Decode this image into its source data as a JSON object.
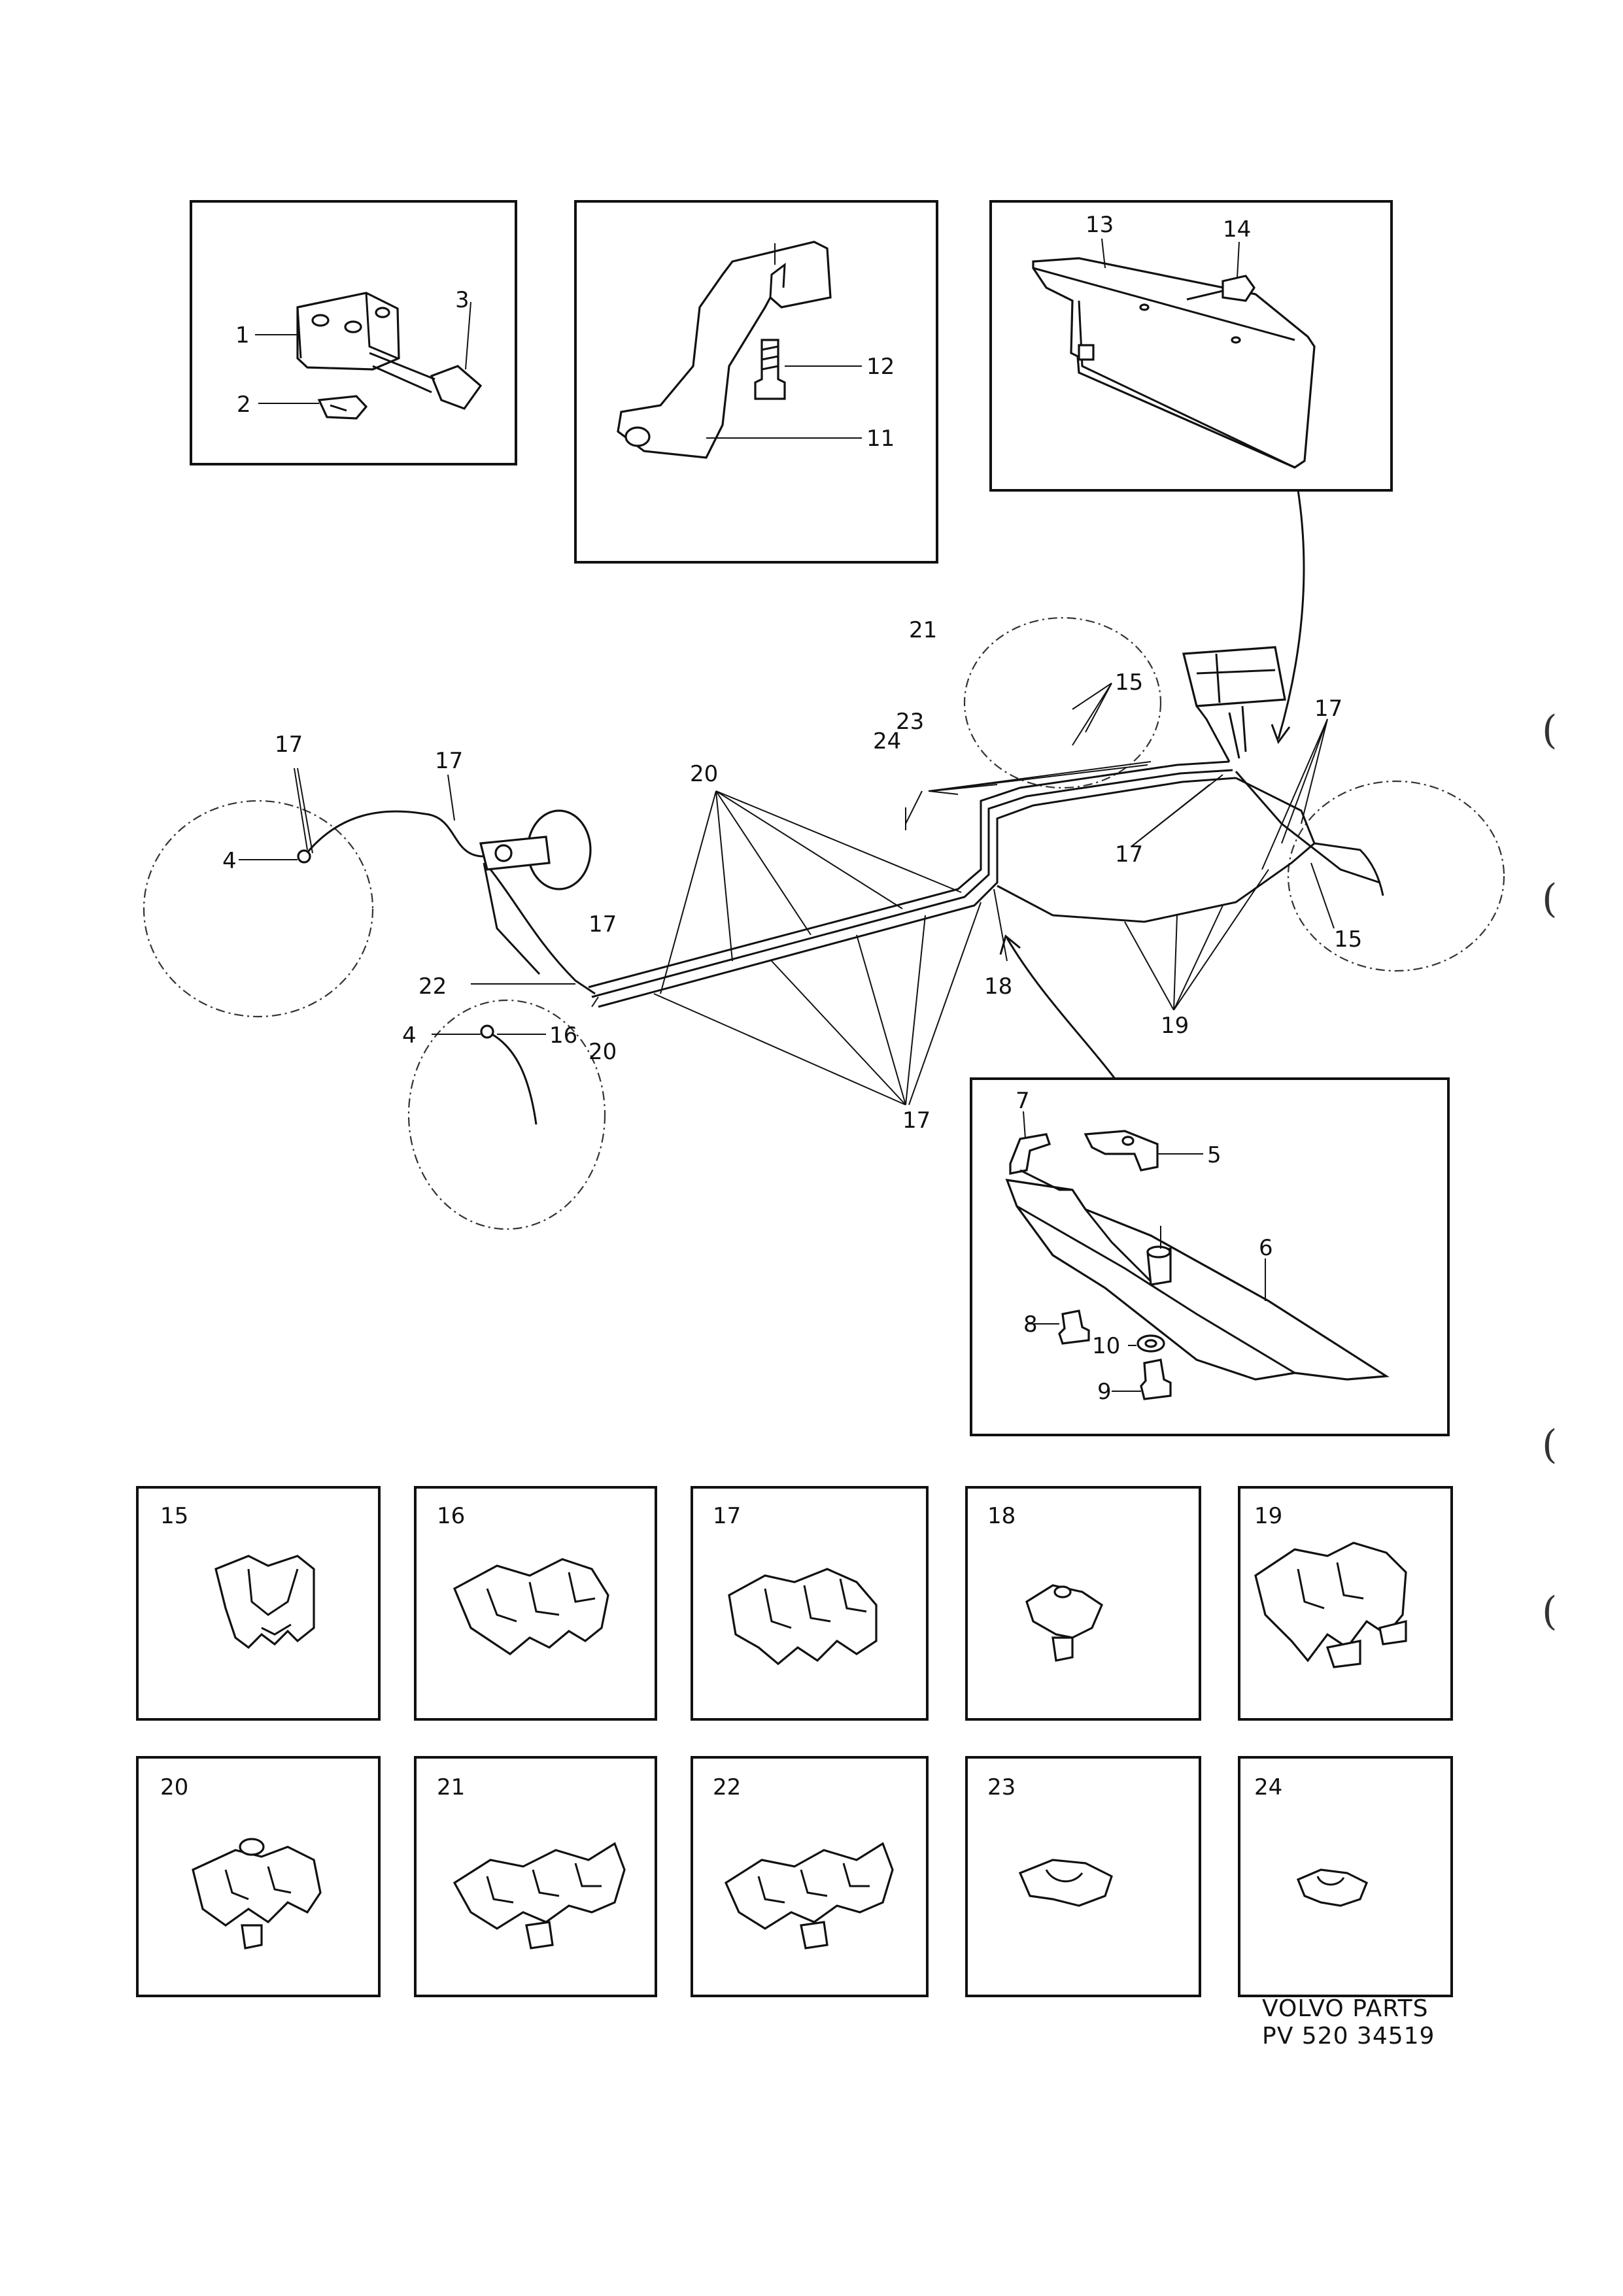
{
  "callouts": {
    "c1": "1",
    "c2": "2",
    "c3": "3",
    "c11": "11",
    "c12": "12",
    "c13": "13",
    "c14": "14",
    "c21": "21",
    "c15a": "15",
    "c23": "23",
    "c24": "24",
    "c17a": "17",
    "c17b": "17",
    "c17c": "17",
    "c17d": "17",
    "c17e": "17",
    "c17f": "17",
    "c20a": "20",
    "c20b": "20",
    "c4a": "4",
    "c4b": "4",
    "c16": "16",
    "c22": "22",
    "c18": "18",
    "c19": "19",
    "c15b": "15",
    "c7": "7",
    "c5": "5",
    "c6": "6",
    "c8": "8",
    "c10": "10",
    "c9": "9"
  },
  "clip_tiles": [
    {
      "label": "15"
    },
    {
      "label": "16"
    },
    {
      "label": "17"
    },
    {
      "label": "18"
    },
    {
      "label": "19"
    },
    {
      "label": "20"
    },
    {
      "label": "21"
    },
    {
      "label": "22"
    },
    {
      "label": "23"
    },
    {
      "label": "24"
    }
  ],
  "footer": {
    "line1": "VOLVO  PARTS",
    "line2": "PV 520 34519"
  },
  "margin_marks": [
    "(",
    "(",
    "(",
    "("
  ]
}
